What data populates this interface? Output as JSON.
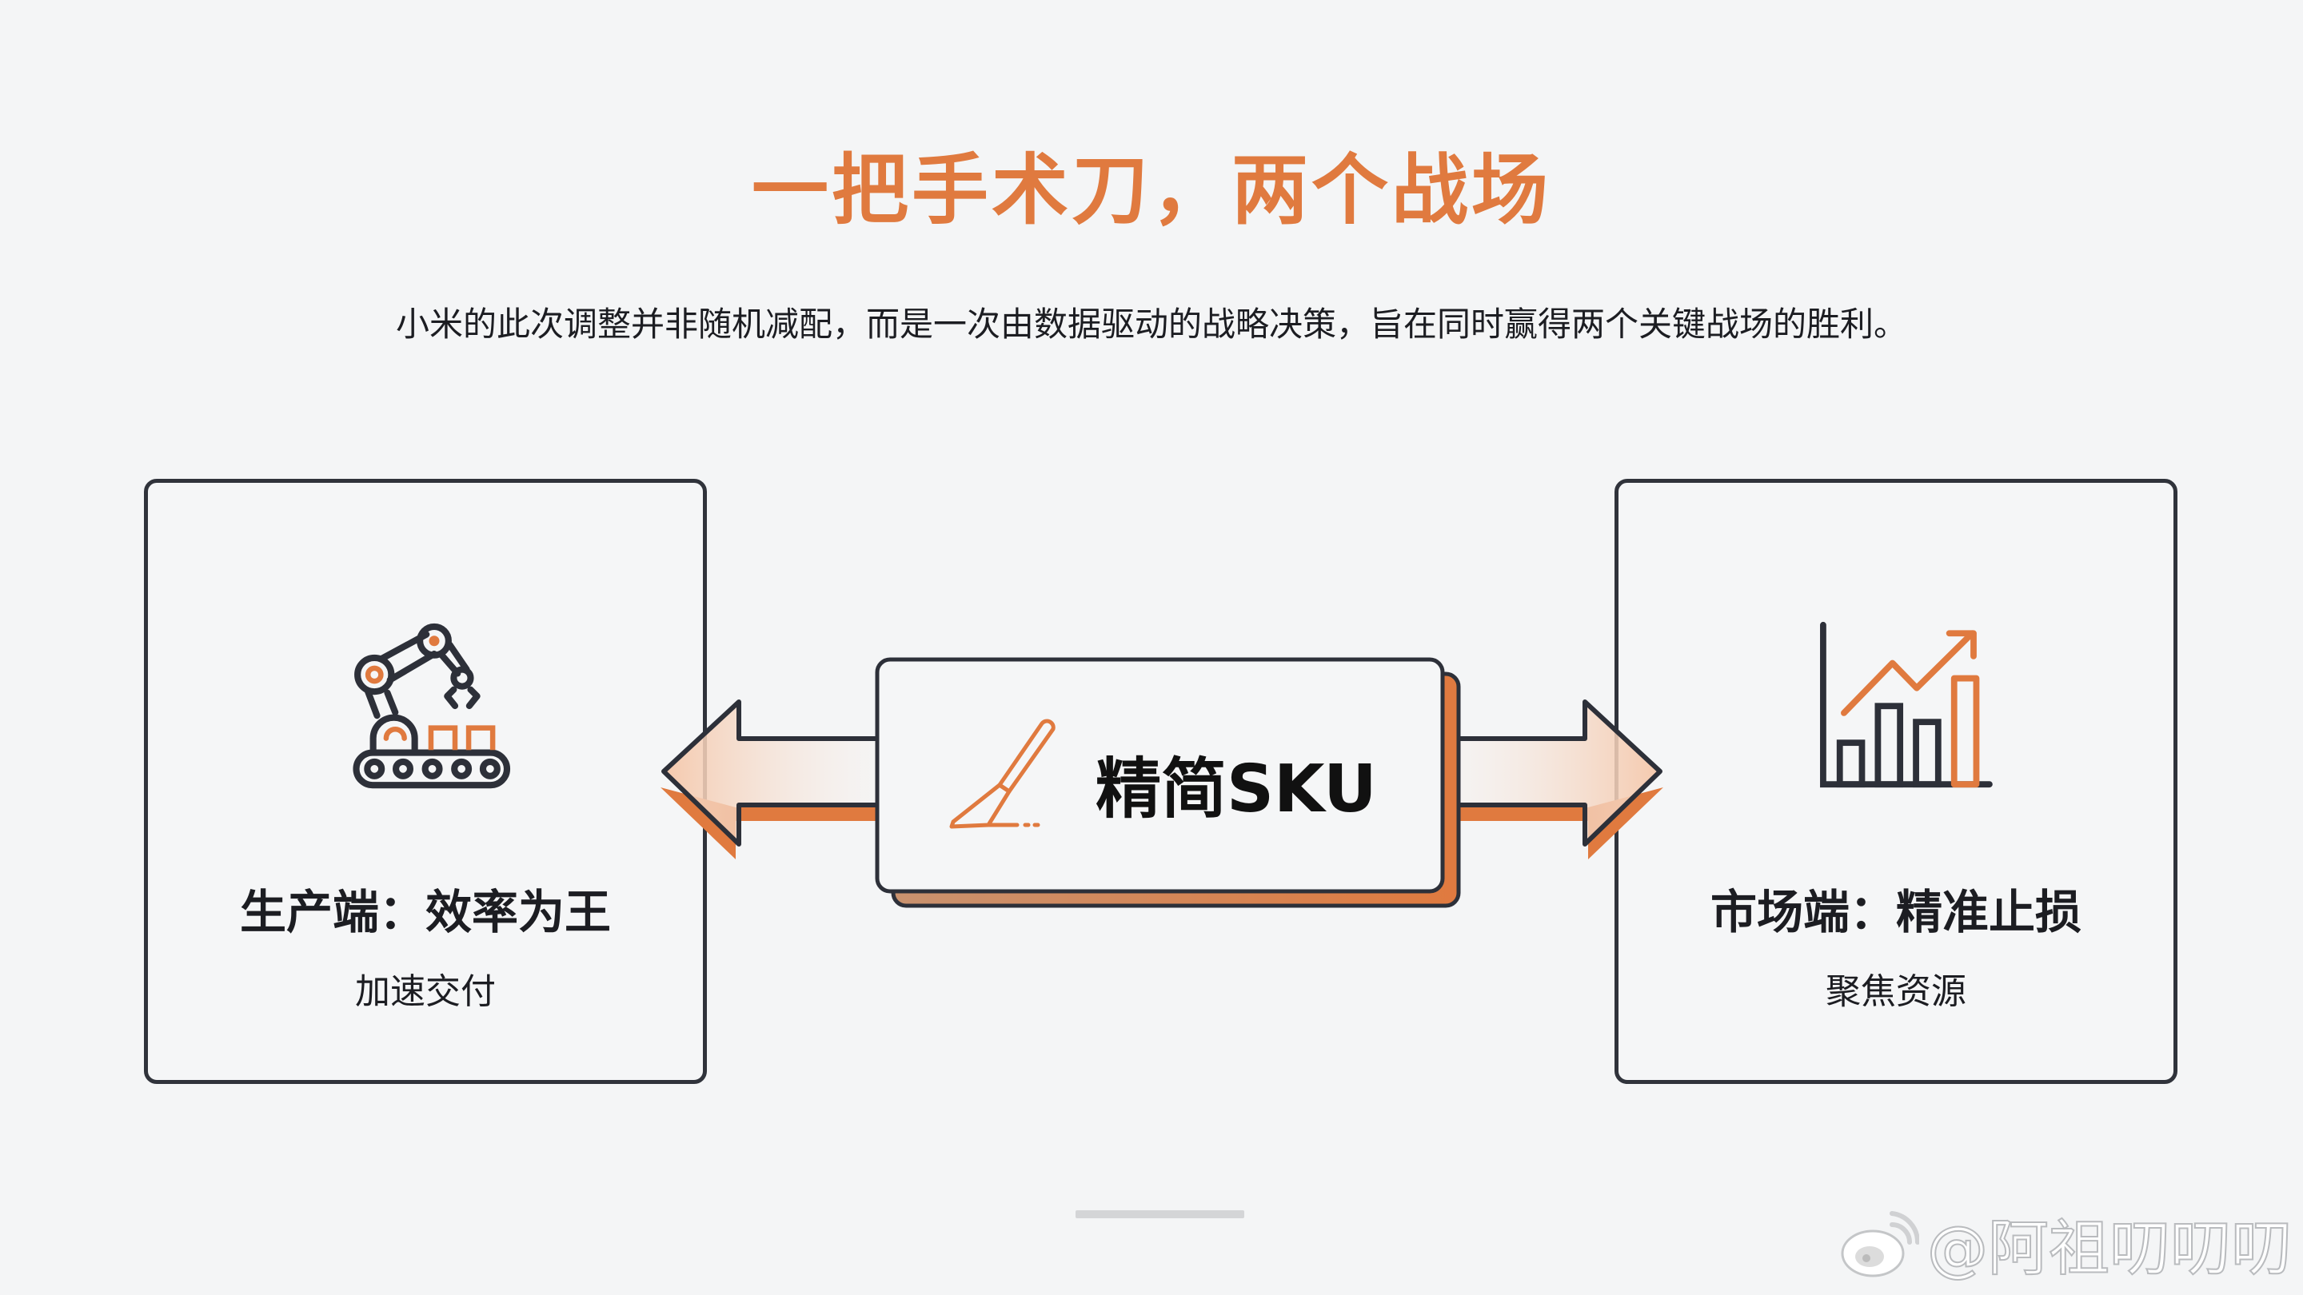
{
  "title": "一把手术刀，两个战场",
  "subtitle": "小米的此次调整并非随机减配，而是一次由数据驱动的战略决策，旨在同时赢得两个关键战场的胜利。",
  "left_card": {
    "title": "生产端：效率为王",
    "subtitle": "加速交付",
    "icon": "robot-arm-icon"
  },
  "center": {
    "label": "精简SKU",
    "icon": "scalpel-icon"
  },
  "right_card": {
    "title": "市场端：精准止损",
    "subtitle": "聚焦资源",
    "icon": "growth-chart-icon"
  },
  "watermark": {
    "text": "@阿祖叨叨叨",
    "icon": "weibo-icon"
  },
  "colors": {
    "accent": "#e07a3f",
    "stroke": "#30333b",
    "background": "#f4f5f6"
  }
}
